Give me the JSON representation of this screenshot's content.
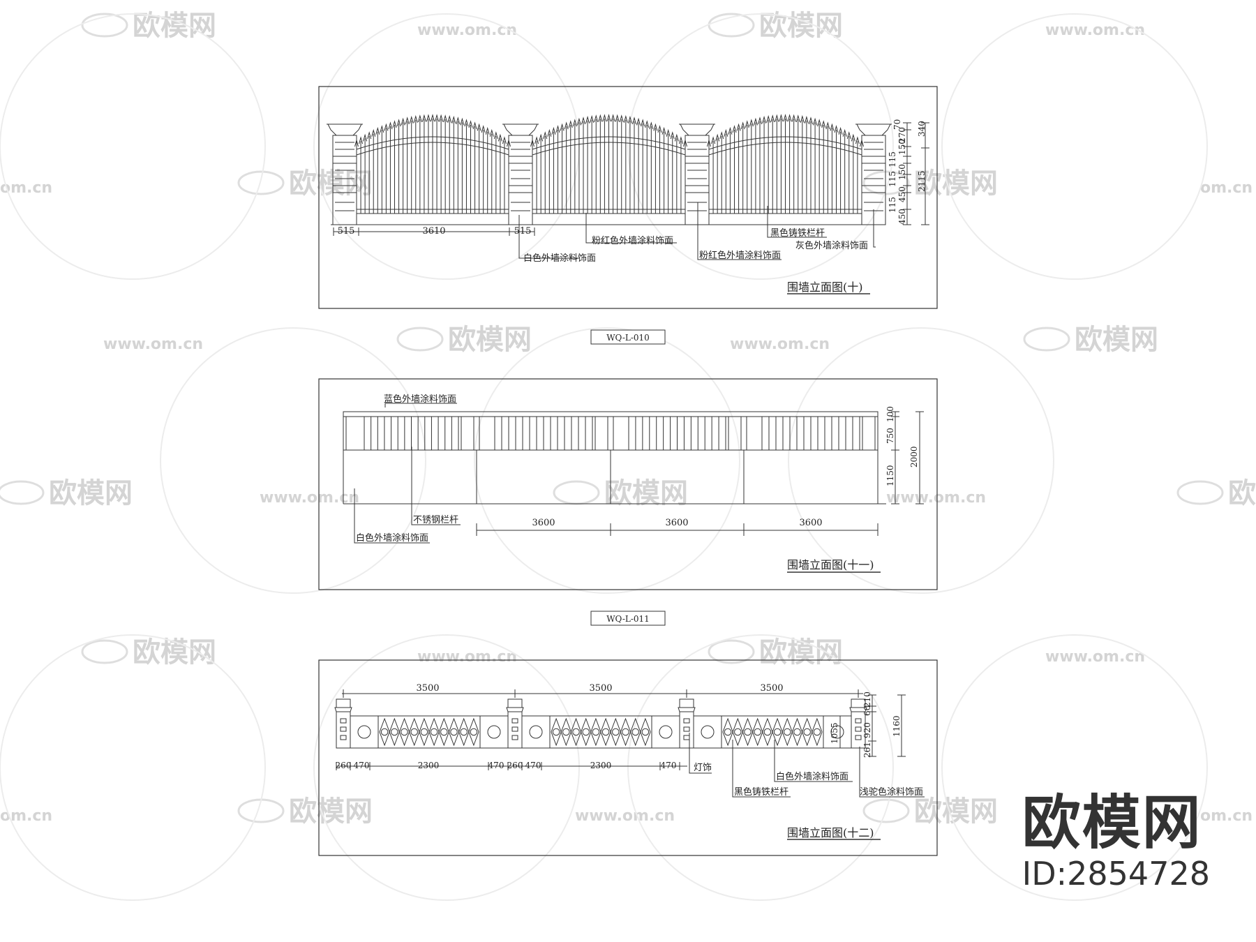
{
  "watermark": {
    "brand": "欧模网",
    "url": "www.om.cn",
    "url_partial": "om.cn"
  },
  "brand_logo": {
    "name": "欧模网",
    "id": "ID:2854728"
  },
  "panel1": {
    "title": "围墙立面图(十)",
    "code": "WQ-L-010",
    "dims_bottom": [
      "515",
      "3610",
      "515"
    ],
    "dims_right": [
      "70",
      "270",
      "340",
      "115",
      "150",
      "150",
      "115",
      "450",
      "450",
      "115",
      "2115"
    ],
    "labels": [
      "白色外墙涂料饰面",
      "粉红色外墙涂料饰面",
      "粉红色外墙涂料饰面",
      "黑色铸铁栏杆",
      "灰色外墙涂料饰面"
    ]
  },
  "panel2": {
    "title": "围墙立面图(十一)",
    "code": "WQ-L-011",
    "dims_bottom": [
      "3600",
      "3600",
      "3600"
    ],
    "dims_right": [
      "100",
      "750",
      "1150",
      "2000"
    ],
    "labels": [
      "蓝色外墙涂料饰面",
      "不锈钢栏杆",
      "白色外墙涂料饰面"
    ]
  },
  "panel3": {
    "title": "围墙立面图(十二)",
    "dims_top": [
      "3500",
      "3500",
      "3500"
    ],
    "dims_bottom": [
      "260",
      "470",
      "2300",
      "470",
      "260",
      "470",
      "2300",
      "470"
    ],
    "dims_right": [
      "210",
      "60",
      "920",
      "261",
      "1160",
      "1055"
    ],
    "labels": [
      "灯饰",
      "白色外墙涂料饰面",
      "黑色铸铁栏杆",
      "浅驼色涂料饰面"
    ]
  }
}
